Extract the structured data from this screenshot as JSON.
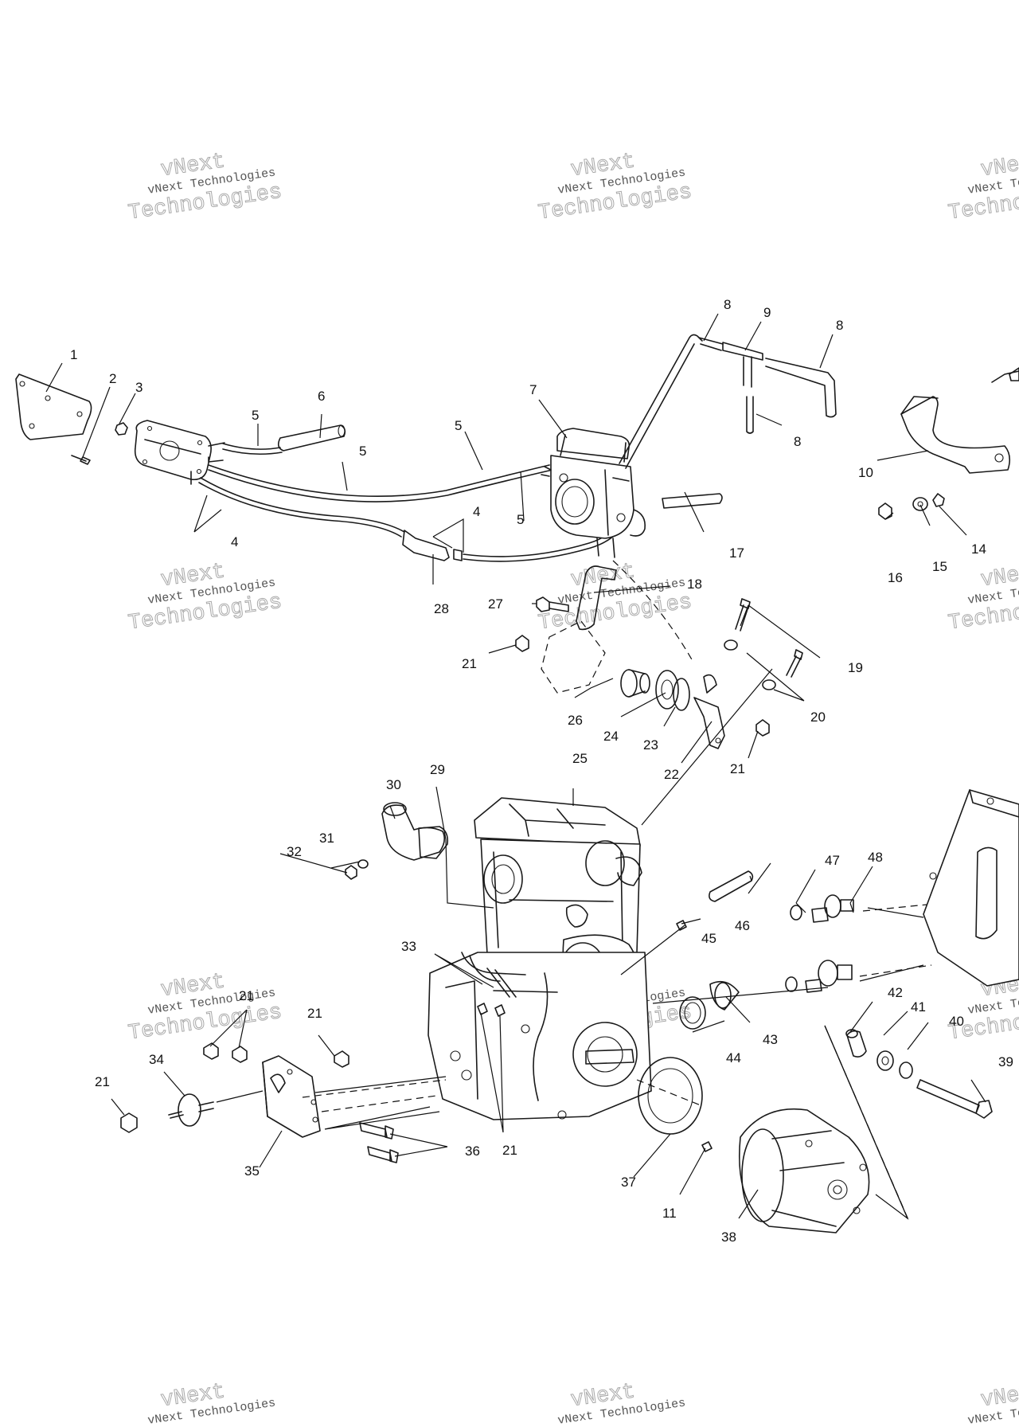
{
  "watermark": {
    "line1": "vNext Technologies",
    "line2": "Technologies",
    "line3": "vNext"
  },
  "callouts": [
    "1",
    "2",
    "3",
    "4",
    "5",
    "6",
    "7",
    "8",
    "9",
    "10",
    "11",
    "14",
    "15",
    "16",
    "17",
    "18",
    "19",
    "20",
    "21",
    "22",
    "23",
    "24",
    "25",
    "26",
    "27",
    "28",
    "29",
    "30",
    "31",
    "32",
    "33",
    "34",
    "35",
    "36",
    "37",
    "38",
    "39",
    "40",
    "41",
    "42",
    "43",
    "44",
    "45",
    "46",
    "47",
    "48"
  ],
  "colors": {
    "line": "#1a1a1a",
    "background": "#ffffff",
    "watermark": "#9a9a9a"
  }
}
